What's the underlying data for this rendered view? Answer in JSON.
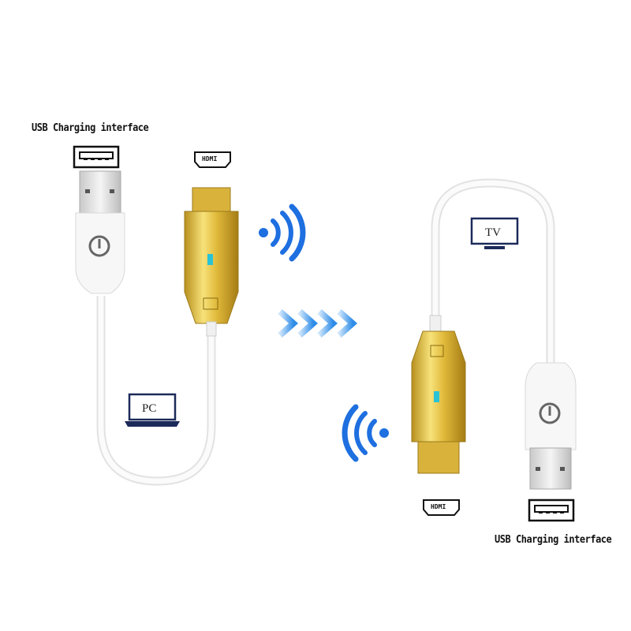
{
  "labels": {
    "usb_left": "USB Charging interface",
    "usb_right": "USB Charging interface",
    "hdmi_left": "HDMI",
    "hdmi_right": "HDMI",
    "pc": "PC",
    "tv": "TV"
  },
  "colors": {
    "wifi": "#1e6fe0",
    "chevron": "#4aa3f0",
    "gold": "#e6c240",
    "cable": "#f4f4f4",
    "icon": "#1c2a5a"
  }
}
